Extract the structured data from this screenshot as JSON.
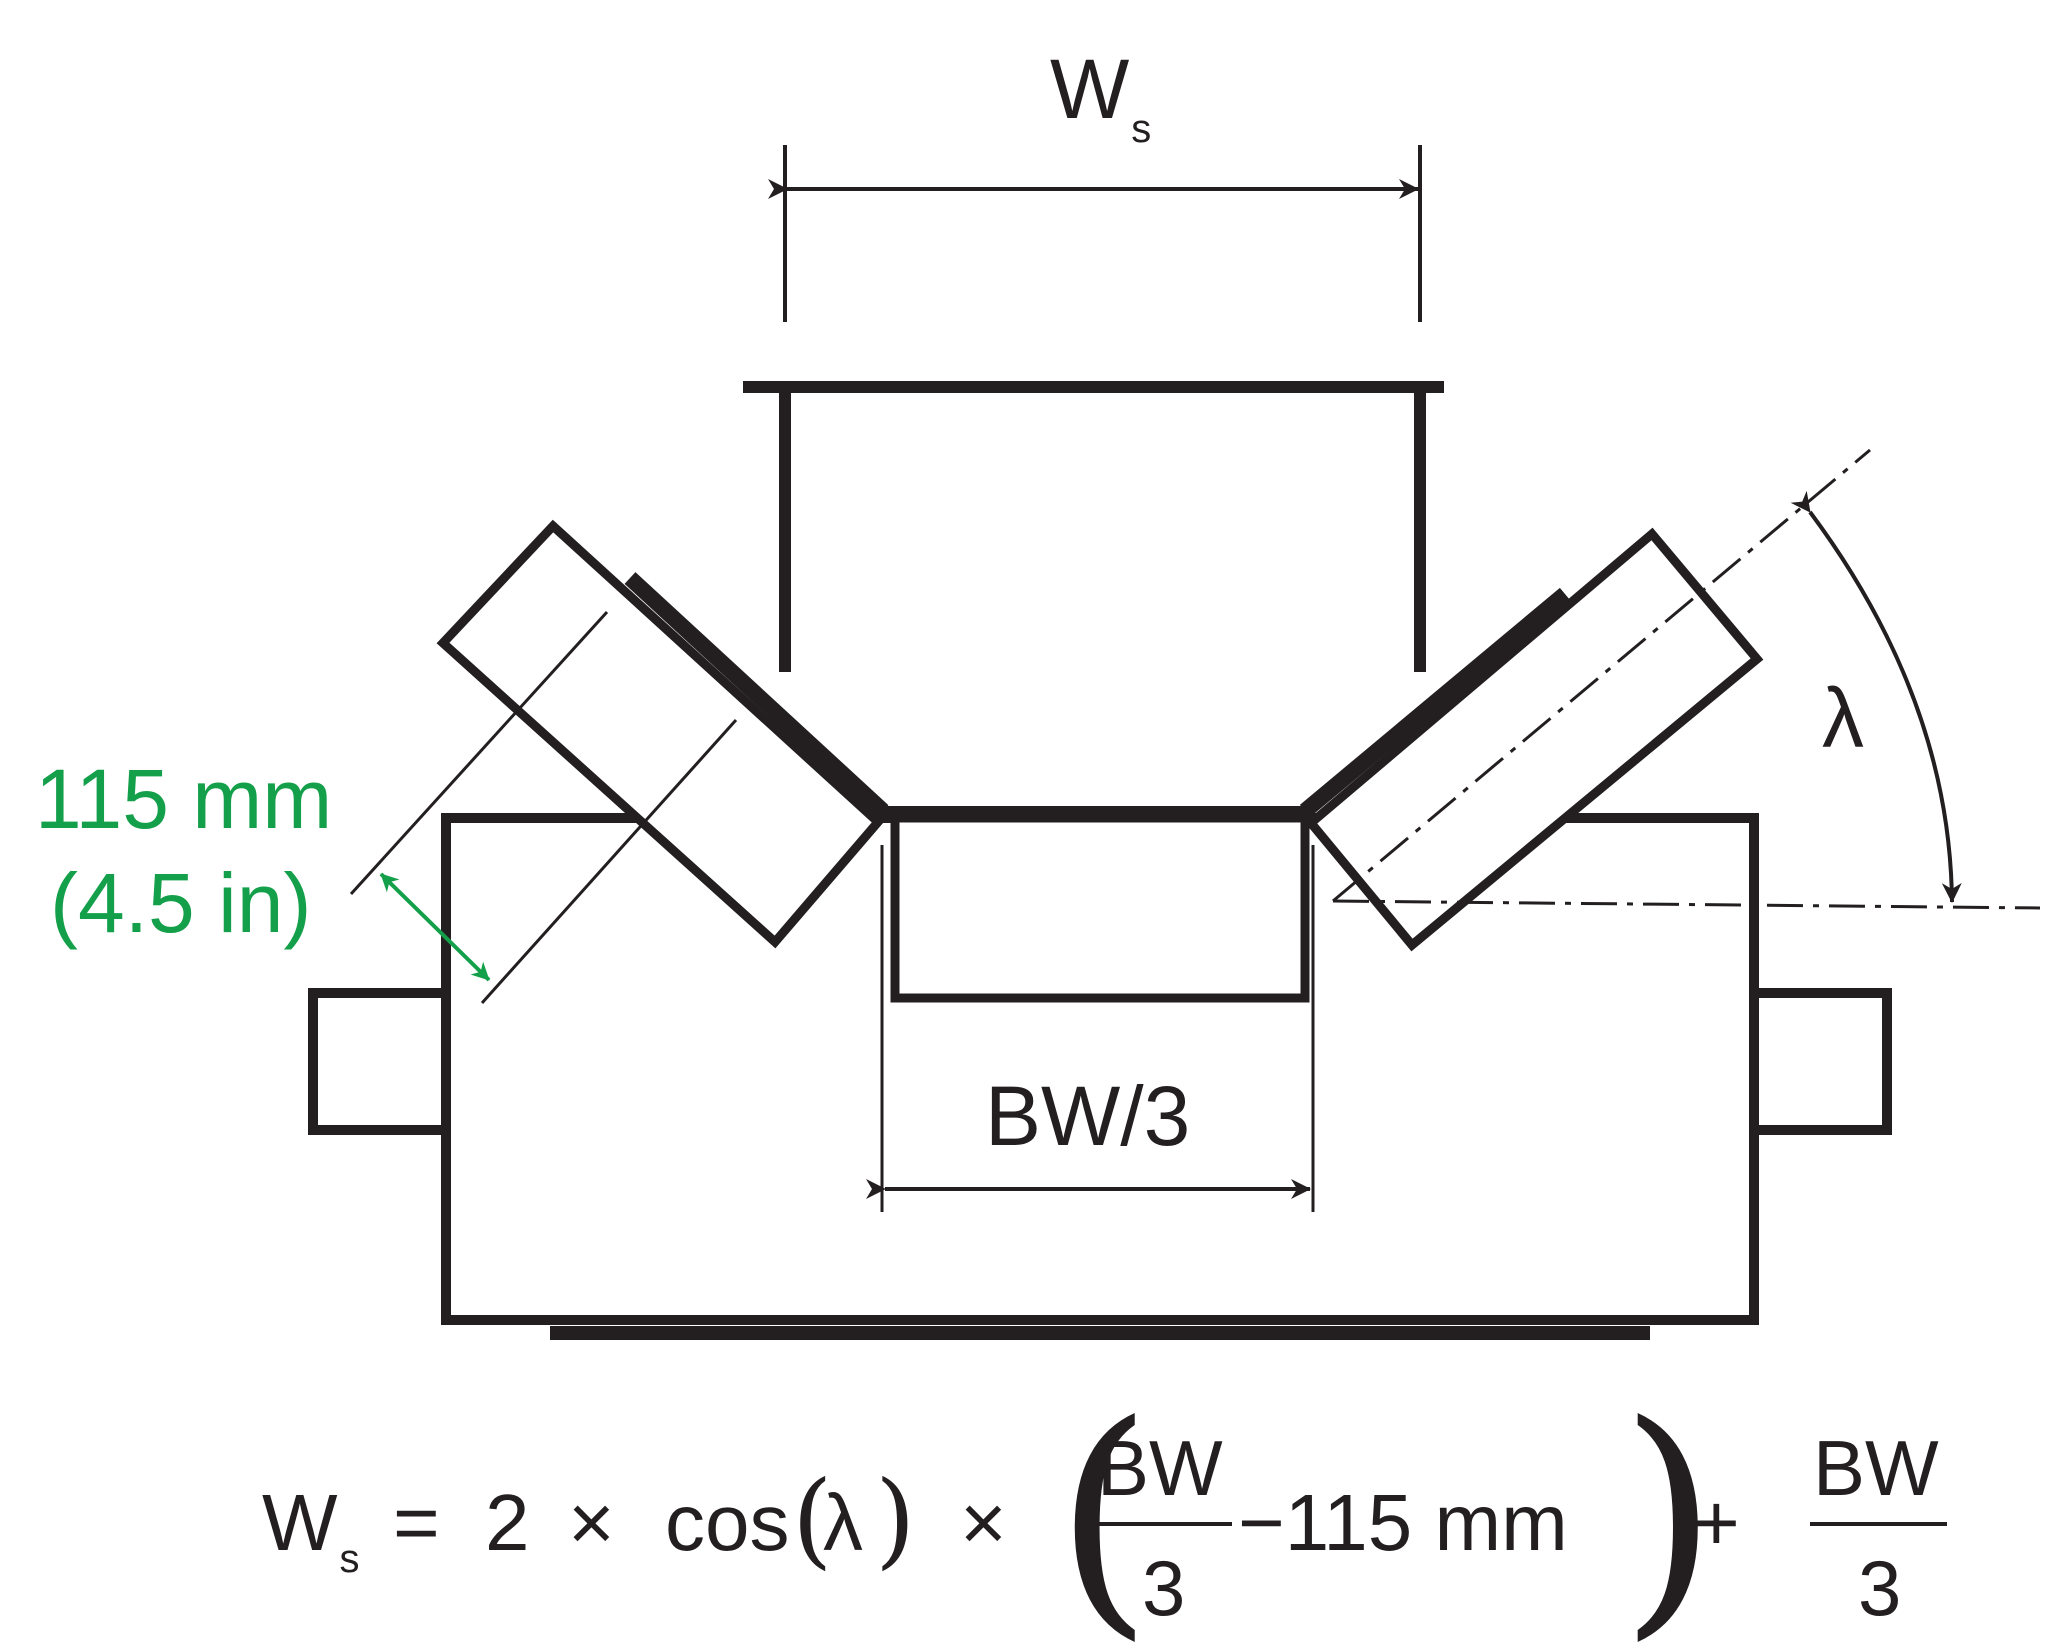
{
  "labels": {
    "ws_symbol": "W",
    "ws_subscript": "s",
    "lambda": "λ",
    "bw3": "BW/3",
    "dim_line1": "115 mm",
    "dim_line2": "(4.5 in)"
  },
  "formula": {
    "lhs_symbol": "W",
    "lhs_subscript": "s",
    "equals": "=",
    "two": "2",
    "times1": "×",
    "cos": "cos",
    "paren_open_small": "(",
    "lambda": "λ",
    "paren_close_small": ")",
    "times2": "×",
    "paren_open_big": "(",
    "frac1_num": "BW",
    "frac1_den": "3",
    "minus_term": "−115 mm",
    "paren_close_big": ")",
    "plus": "+",
    "frac2_num": "BW",
    "frac2_den": "3"
  },
  "colors": {
    "ink": "#231f20",
    "accent_green": "#14a04a"
  }
}
